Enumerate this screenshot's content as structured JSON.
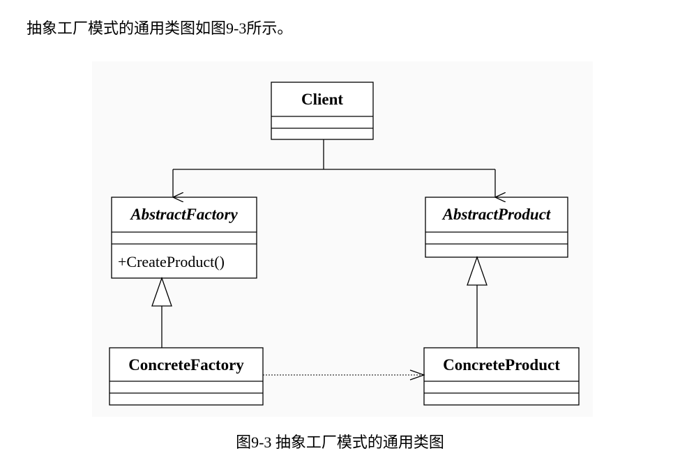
{
  "intro_text": "抽象工厂模式的通用类图如图9-3所示。",
  "caption": "图9-3 抽象工厂模式的通用类图",
  "diagram": {
    "classes": {
      "client": {
        "name": "Client"
      },
      "abstract_factory": {
        "name": "AbstractFactory",
        "operation": "+CreateProduct()"
      },
      "abstract_product": {
        "name": "AbstractProduct"
      },
      "concrete_factory": {
        "name": "ConcreteFactory"
      },
      "concrete_product": {
        "name": "ConcreteProduct"
      }
    }
  }
}
